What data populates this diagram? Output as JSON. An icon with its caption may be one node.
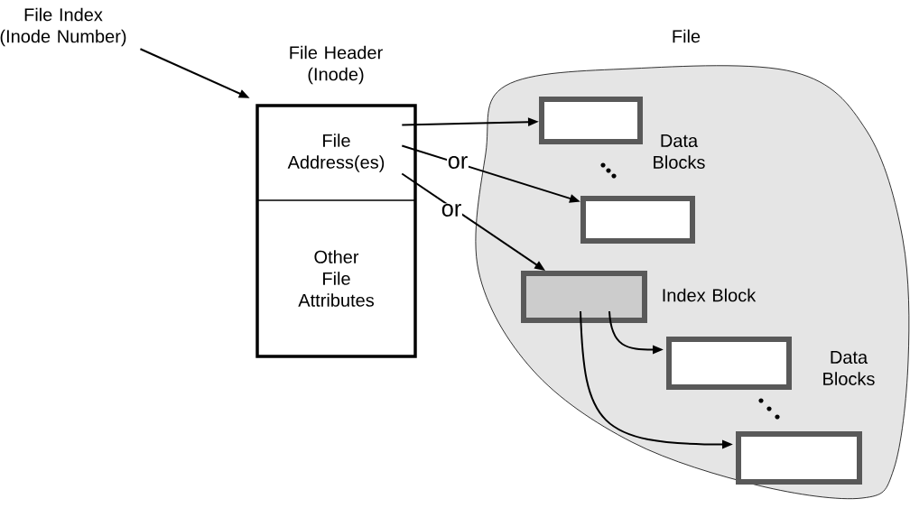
{
  "diagram": {
    "nodes": [
      {
        "text": [
          "File Index (Inode Number)"
        ]
      },
      {
        "text": [
          "File Header (Inode)"
        ]
      },
      {
        "text": [
          "File Address(es)"
        ],
        "in": 1
      },
      {
        "text": [
          "Other File Attributes"
        ],
        "in": 1
      },
      {
        "text": [
          "File"
        ]
      },
      {
        "text": [],
        "shape": "box",
        "in": 4,
        "beside": [
          "Data Blocks"
        ]
      },
      {
        "text": [],
        "shape": "box",
        "in": 4
      },
      {
        "text": [],
        "shape": "box",
        "in": 4,
        "beside": [
          "Index Block"
        ]
      },
      {
        "text": [],
        "shape": "box",
        "in": 4,
        "beside": [
          "Data Blocks"
        ]
      },
      {
        "text": [],
        "shape": "box",
        "in": 4
      }
    ],
    "edges": [
      {
        "from": 0,
        "to": 1,
        "arrow": "to"
      },
      {
        "from": 2,
        "to": 5,
        "arrow": "to"
      },
      {
        "from": 2,
        "to": 6,
        "arrow": "to",
        "label": "or"
      },
      {
        "from": 2,
        "to": 7,
        "arrow": "to",
        "label": "or"
      },
      {
        "from": 7,
        "to": 8,
        "arrow": "to"
      },
      {
        "from": 7,
        "to": 9,
        "arrow": "to"
      }
    ]
  }
}
